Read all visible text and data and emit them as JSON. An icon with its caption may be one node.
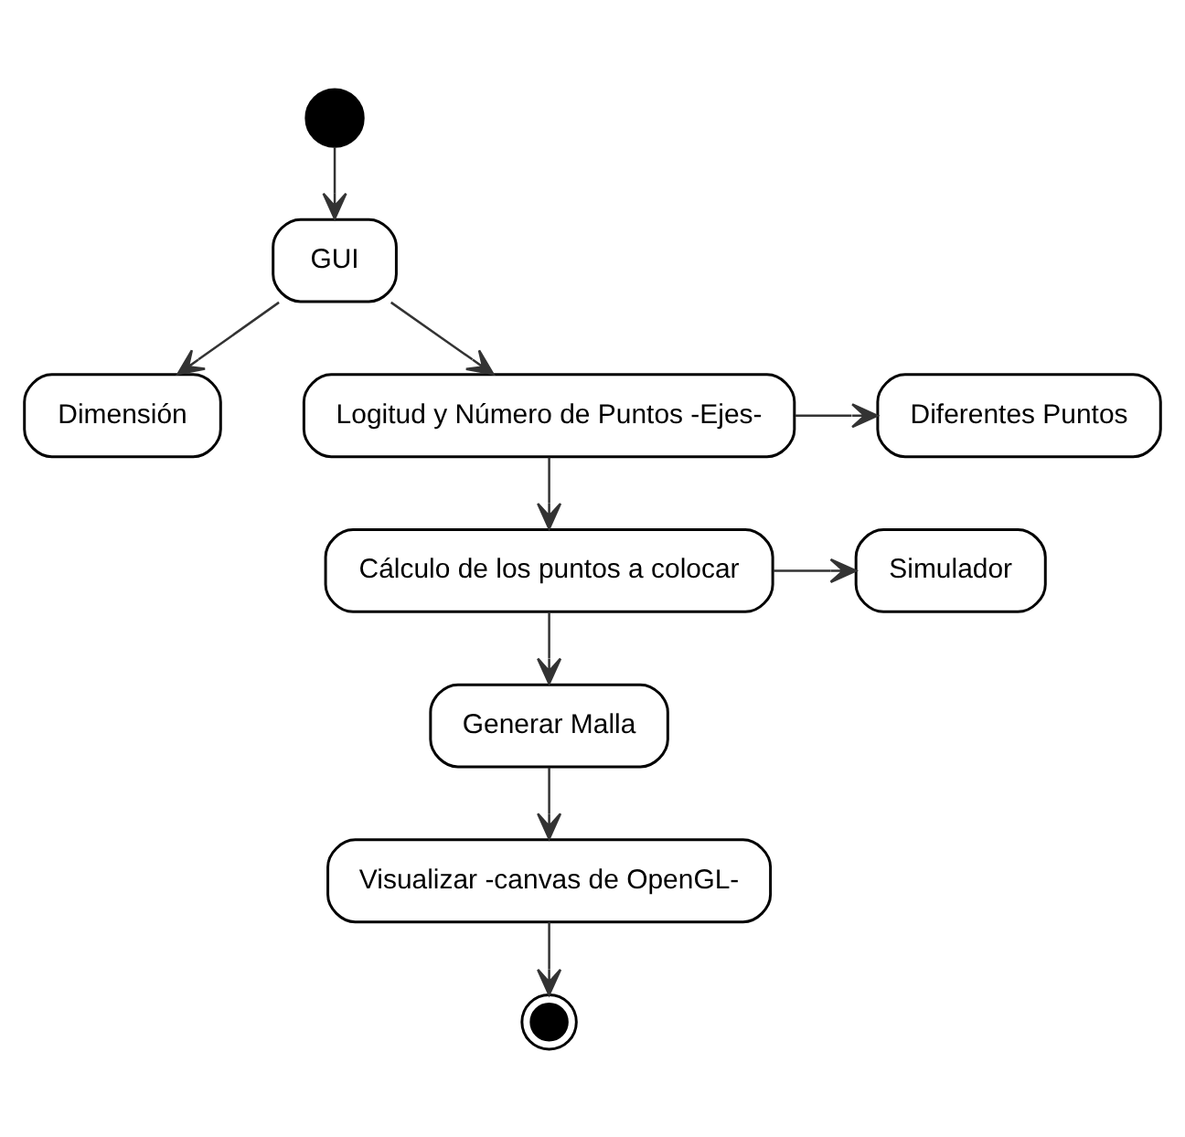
{
  "diagram": {
    "nodes": [
      {
        "text": [],
        "shape": "circle"
      },
      {
        "text": [
          "GUI"
        ]
      },
      {
        "text": [
          "Dimensión"
        ]
      },
      {
        "text": [
          "Diferentes Puntos"
        ]
      },
      {
        "text": [
          "Logitud y Número de Puntos -Ejes-"
        ]
      },
      {
        "text": [
          "Cálculo de los puntos a colocar"
        ]
      },
      {
        "text": [
          "Simulador"
        ]
      },
      {
        "text": [
          "Generar Malla"
        ]
      },
      {
        "text": [
          "Visualizar -canvas de OpenGL-"
        ]
      },
      {
        "text": [],
        "shape": "bullseye"
      }
    ],
    "edges": [
      {
        "from": 0,
        "to": 1,
        "arrow": "to"
      },
      {
        "from": 1,
        "to": 2,
        "arrow": "to"
      },
      {
        "from": 1,
        "to": 4,
        "arrow": "to"
      },
      {
        "from": 4,
        "to": 3,
        "arrow": "to"
      },
      {
        "from": 4,
        "to": 5,
        "arrow": "to"
      },
      {
        "from": 5,
        "to": 6,
        "arrow": "to"
      },
      {
        "from": 5,
        "to": 7,
        "arrow": "to"
      },
      {
        "from": 7,
        "to": 8,
        "arrow": "to"
      },
      {
        "from": 8,
        "to": 9,
        "arrow": "to"
      }
    ]
  }
}
